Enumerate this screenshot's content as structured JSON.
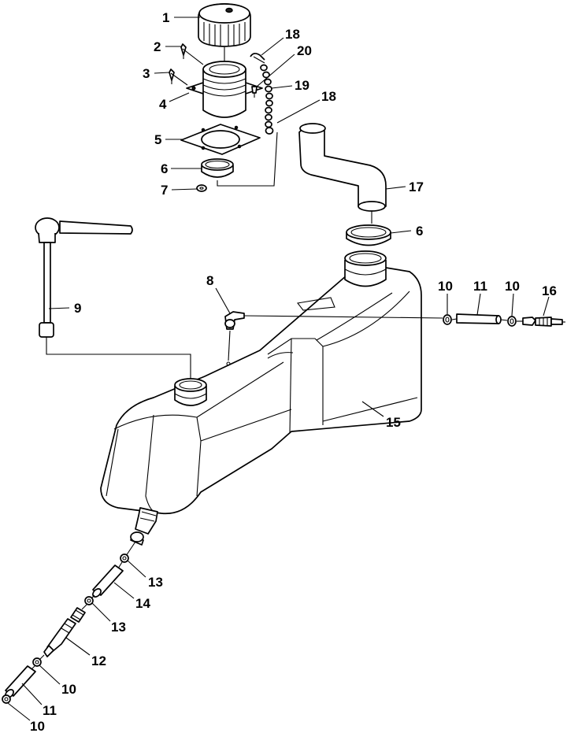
{
  "diagram": {
    "callouts": [
      {
        "id": "c1",
        "text": "1"
      },
      {
        "id": "c2",
        "text": "2"
      },
      {
        "id": "c3",
        "text": "3"
      },
      {
        "id": "c4",
        "text": "4"
      },
      {
        "id": "c5",
        "text": "5"
      },
      {
        "id": "c6a",
        "text": "6"
      },
      {
        "id": "c7",
        "text": "7"
      },
      {
        "id": "c18a",
        "text": "18"
      },
      {
        "id": "c20",
        "text": "20"
      },
      {
        "id": "c19",
        "text": "19"
      },
      {
        "id": "c18b",
        "text": "18"
      },
      {
        "id": "c17",
        "text": "17"
      },
      {
        "id": "c6b",
        "text": "6"
      },
      {
        "id": "c9",
        "text": "9"
      },
      {
        "id": "c8",
        "text": "8"
      },
      {
        "id": "c10a",
        "text": "10"
      },
      {
        "id": "c11a",
        "text": "11"
      },
      {
        "id": "c10b",
        "text": "10"
      },
      {
        "id": "c16",
        "text": "16"
      },
      {
        "id": "c15",
        "text": "15"
      },
      {
        "id": "c13a",
        "text": "13"
      },
      {
        "id": "c14",
        "text": "14"
      },
      {
        "id": "c13b",
        "text": "13"
      },
      {
        "id": "c12",
        "text": "12"
      },
      {
        "id": "c10c",
        "text": "10"
      },
      {
        "id": "c11b",
        "text": "11"
      },
      {
        "id": "c10d",
        "text": "10"
      }
    ]
  }
}
